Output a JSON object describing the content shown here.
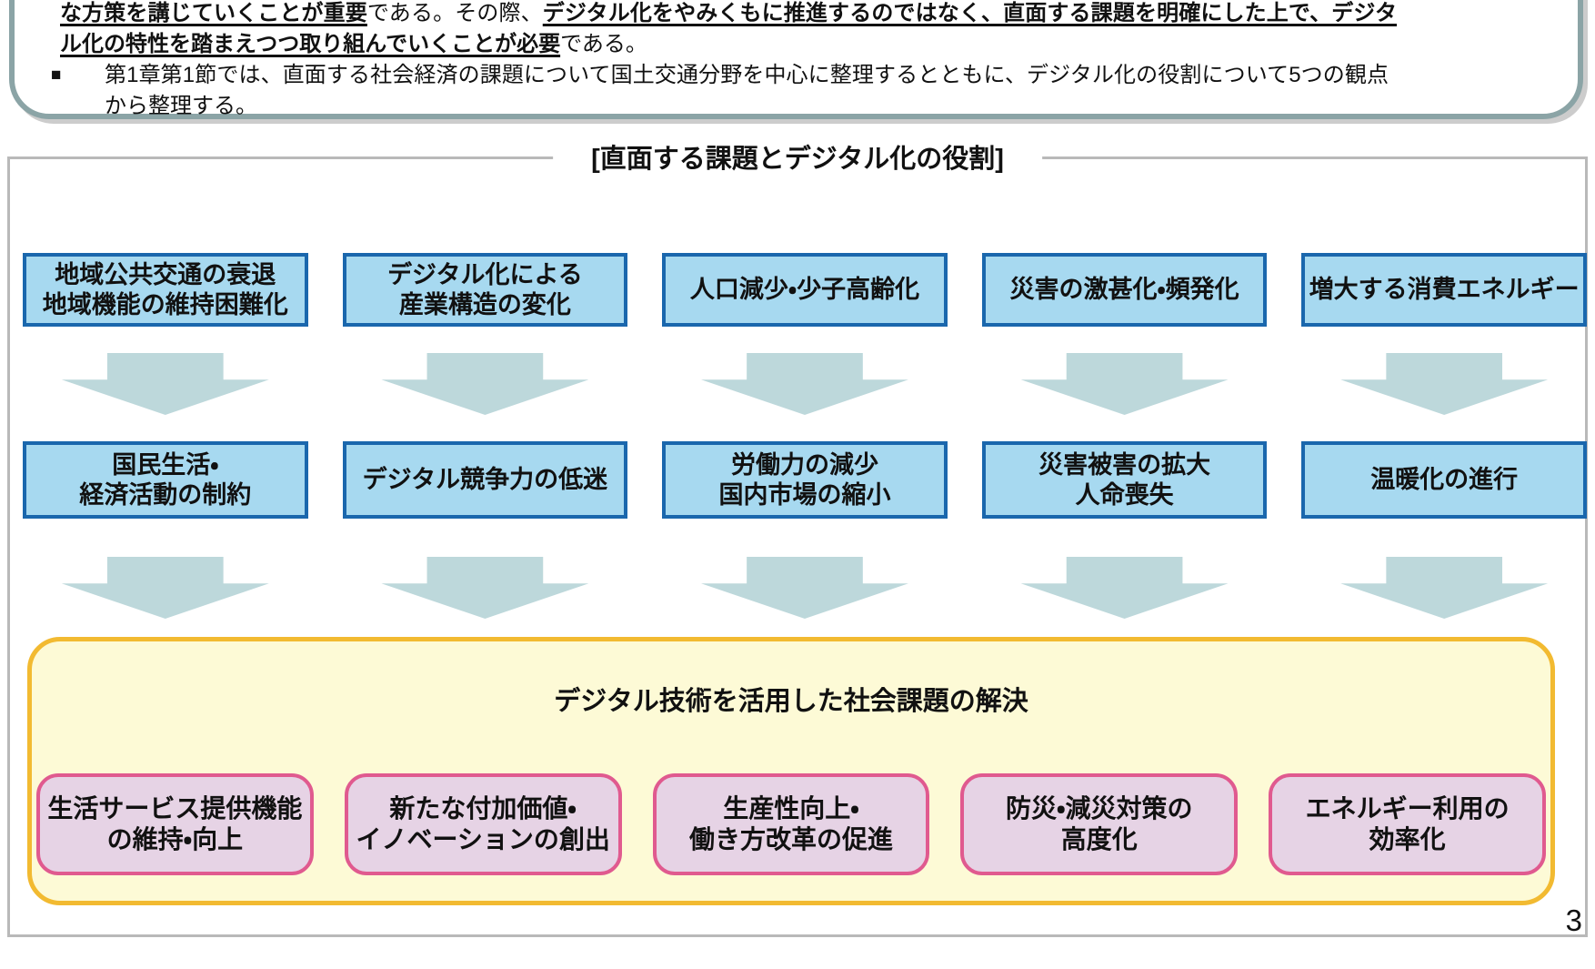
{
  "summary": {
    "p1_segments": [
      {
        "text": "な方策を講じていくことが重要",
        "emph": true
      },
      {
        "text": "である。その際、",
        "emph": false
      },
      {
        "text": "デジタル化をやみくもに推進するのではなく、直面する課題を明確にした上で、デジタル化の特性を踏まえつつ取り組んでいくことが必要",
        "emph": true
      },
      {
        "text": "である。",
        "emph": false
      }
    ],
    "p2_marker": "■",
    "p2_text": "第1章第1節では、直面する社会経済の課題について国土交通分野を中心に整理するとともに、デジタル化の役割について5つの観点から整理する。"
  },
  "diagram": {
    "title": "[直面する課題とデジタル化の役割]",
    "challenges": [
      [
        "地域公共交通の衰退",
        "地域機能の維持困難化"
      ],
      [
        "デジタル化による",
        "産業構造の変化"
      ],
      [
        "人口減少・少子高齢化"
      ],
      [
        "災害の激甚化・頻発化"
      ],
      [
        "増大する消費エネルギー"
      ]
    ],
    "impacts": [
      [
        "国民生活・",
        "経済活動の制約"
      ],
      [
        "デジタル競争力の低迷"
      ],
      [
        "労働力の減少",
        "国内市場の縮小"
      ],
      [
        "災害被害の拡大",
        "人命喪失"
      ],
      [
        "温暖化の進行"
      ]
    ],
    "solution": {
      "title": "デジタル技術を活用した社会課題の解決",
      "items": [
        [
          "生活サービス提供機能",
          "の維持・向上"
        ],
        [
          "新たな付加価値・",
          "イノベーションの創出"
        ],
        [
          "生産性向上・",
          "働き方改革の促進"
        ],
        [
          "防災・減災対策の",
          "高度化"
        ],
        [
          "エネルギー利用の",
          "効率化"
        ]
      ]
    }
  },
  "page_number": "3",
  "colors": {
    "blue-fill": "#a7d9f0",
    "blue-border": "#1a67ad",
    "arrow": "#bdd8db",
    "yellow-fill": "#fdfad6",
    "yellow-border": "#f2ba31",
    "pink-fill": "#e6d3e5",
    "pink-border": "#e05a8f",
    "frame-border": "#b9b9b9",
    "panel-border": "#8ba4a6"
  }
}
